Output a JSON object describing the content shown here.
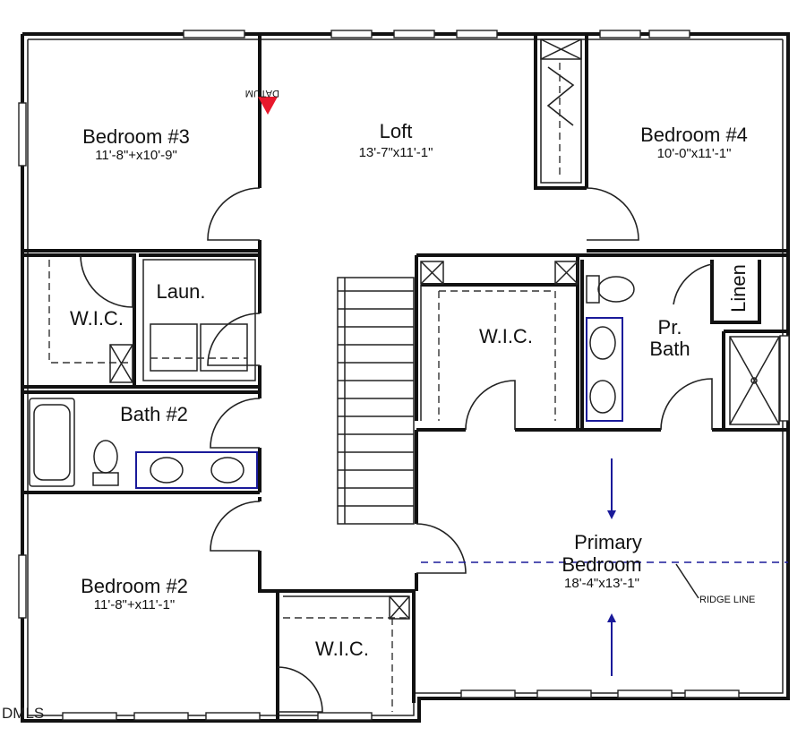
{
  "rooms": {
    "bedroom3": {
      "name": "Bedroom #3",
      "dims": "11'-8\"+x10'-9\""
    },
    "loft": {
      "name": "Loft",
      "dims": "13'-7\"x11'-1\""
    },
    "bedroom4": {
      "name": "Bedroom #4",
      "dims": "10'-0\"x11'-1\""
    },
    "wic_left": {
      "name": "W.I.C."
    },
    "laundry": {
      "name": "Laun."
    },
    "wic_center": {
      "name": "W.I.C."
    },
    "pr_bath": {
      "line1": "Pr.",
      "line2": "Bath"
    },
    "linen": {
      "name": "Linen"
    },
    "bath2": {
      "name": "Bath #2"
    },
    "primary": {
      "line1": "Primary",
      "line2": "Bedroom",
      "dims": "18'-4\"x13'-1\""
    },
    "bedroom2": {
      "name": "Bedroom #2",
      "dims": "11'-8\"+x11'-1\""
    },
    "wic_bottom": {
      "name": "W.I.C."
    }
  },
  "annotations": {
    "ridge_line": "RIDGE LINE",
    "datum_marker": "DATUM"
  },
  "watermark": "DMLS",
  "colors": {
    "wall": "#111111",
    "fixture_outline": "#1a1a9a",
    "datum_marker": "#e8192c"
  }
}
